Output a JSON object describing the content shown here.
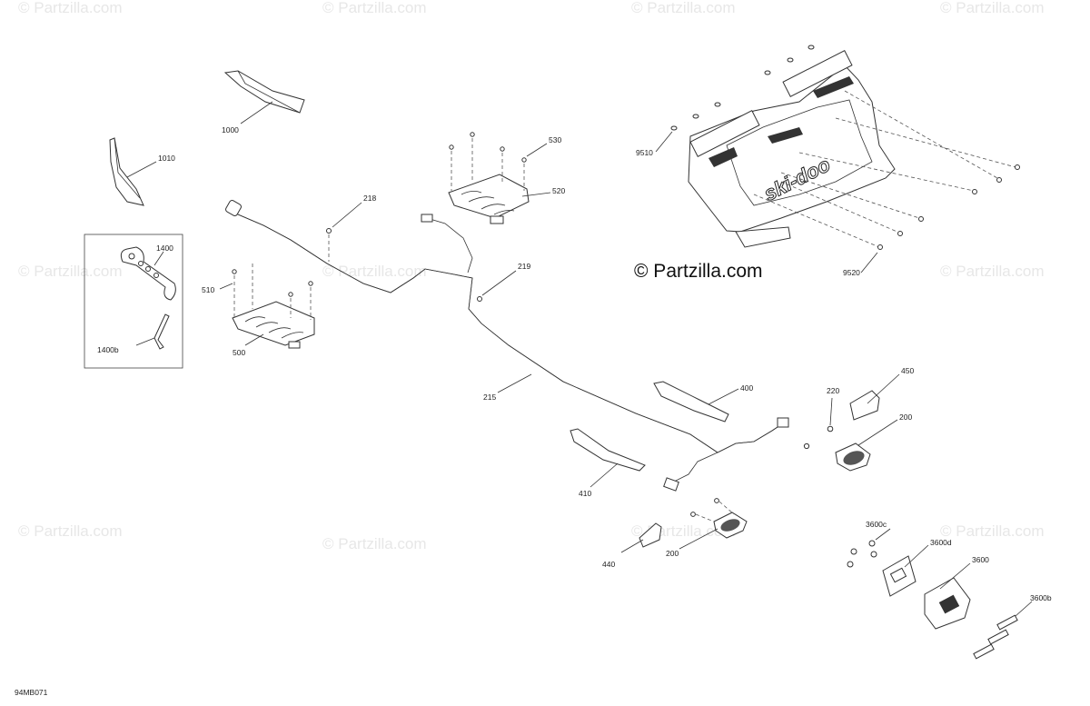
{
  "watermark": "© Partzilla.com",
  "brand_watermark": "© Partzilla.com",
  "diagram_code": "94MB071",
  "logo_text": "ski-doo",
  "callouts": {
    "c1000": "1000",
    "c1010": "1010",
    "c1400": "1400",
    "c1400b": "1400b",
    "c218": "218",
    "c219": "219",
    "c215": "215",
    "c500": "500",
    "c510": "510",
    "c520": "520",
    "c530": "530",
    "c9510": "9510",
    "c9520": "9520",
    "c400": "400",
    "c410": "410",
    "c440": "440",
    "c450": "450",
    "c220": "220",
    "c200a": "200",
    "c200b": "200",
    "c3600": "3600",
    "c3600b": "3600b",
    "c3600c": "3600c",
    "c3600d": "3600d"
  }
}
